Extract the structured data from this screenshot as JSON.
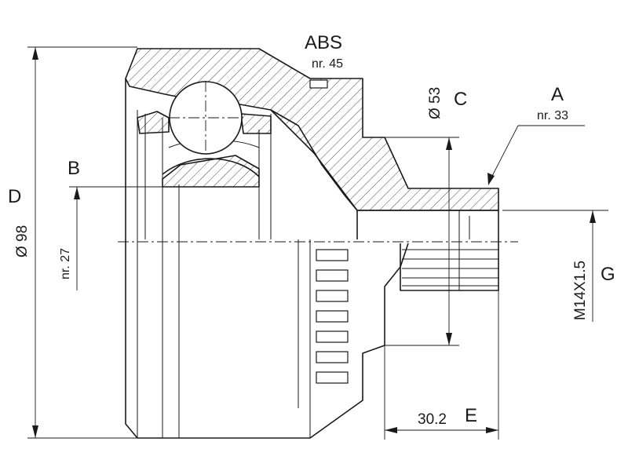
{
  "labels": {
    "abs": "ABS",
    "abs_nr": "nr. 45",
    "a": "A",
    "a_nr": "nr. 33",
    "b": "B",
    "b_nr": "nr. 27",
    "c": "C",
    "c_dim": "Ø 53",
    "d": "D",
    "d_dim": "Ø 98",
    "e": "E",
    "e_dim": "30.2",
    "g": "G",
    "g_dim": "M14X1.5"
  }
}
